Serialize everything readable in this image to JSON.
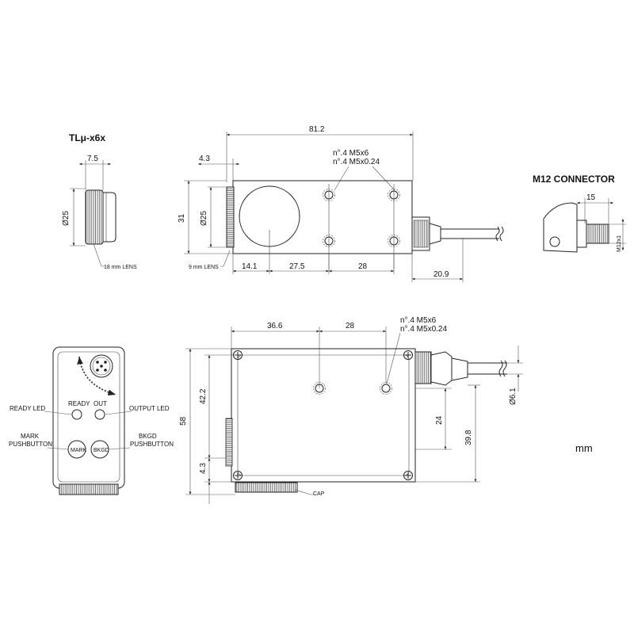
{
  "side_view": {
    "title_prefix": "TL",
    "title_mu": "μ",
    "title_suffix": "-x6x",
    "dim_width": "7.5",
    "dim_diameter": "Ø25",
    "lens_label": "18 mm LENS"
  },
  "top_view": {
    "dim_length": "81.2",
    "dim_lens_offset": "4.3",
    "dim_height": "31",
    "dim_diameter": "Ø25",
    "thread_line1": "n°.4 M5x6",
    "thread_line2": "n°.4 M5x0.24",
    "dim_a": "14.1",
    "dim_b": "27.5",
    "dim_c": "28",
    "dim_connector": "20.9",
    "lens_label": "9 mm LENS"
  },
  "connector": {
    "title": "M12 CONNECTOR",
    "dim_length": "15",
    "dim_thread": "M12x1"
  },
  "front_view": {
    "ready_led": "READY",
    "out_led": "OUT",
    "mark_button": "MARK",
    "bkgd_button": "BKGD",
    "ready_led_label": "READY LED",
    "output_led_label": "OUTPUT LED",
    "mark_label_line1": "MARK",
    "mark_label_line2": "PUSHBUTTON",
    "bkgd_label_line1": "BKGD",
    "bkgd_label_line2": "PUSHBUTTON"
  },
  "bottom_view": {
    "dim_a": "36.6",
    "dim_b": "28",
    "thread_line1": "n°.4 M5x6",
    "thread_line2": "n°.4 M5x0.24",
    "dim_height": "58",
    "dim_inner": "42.2",
    "dim_edge": "4.3",
    "dim_24": "24",
    "dim_398": "39.8",
    "dim_cable": "Ø6.1",
    "cap_label": "CAP"
  },
  "units": "mm"
}
